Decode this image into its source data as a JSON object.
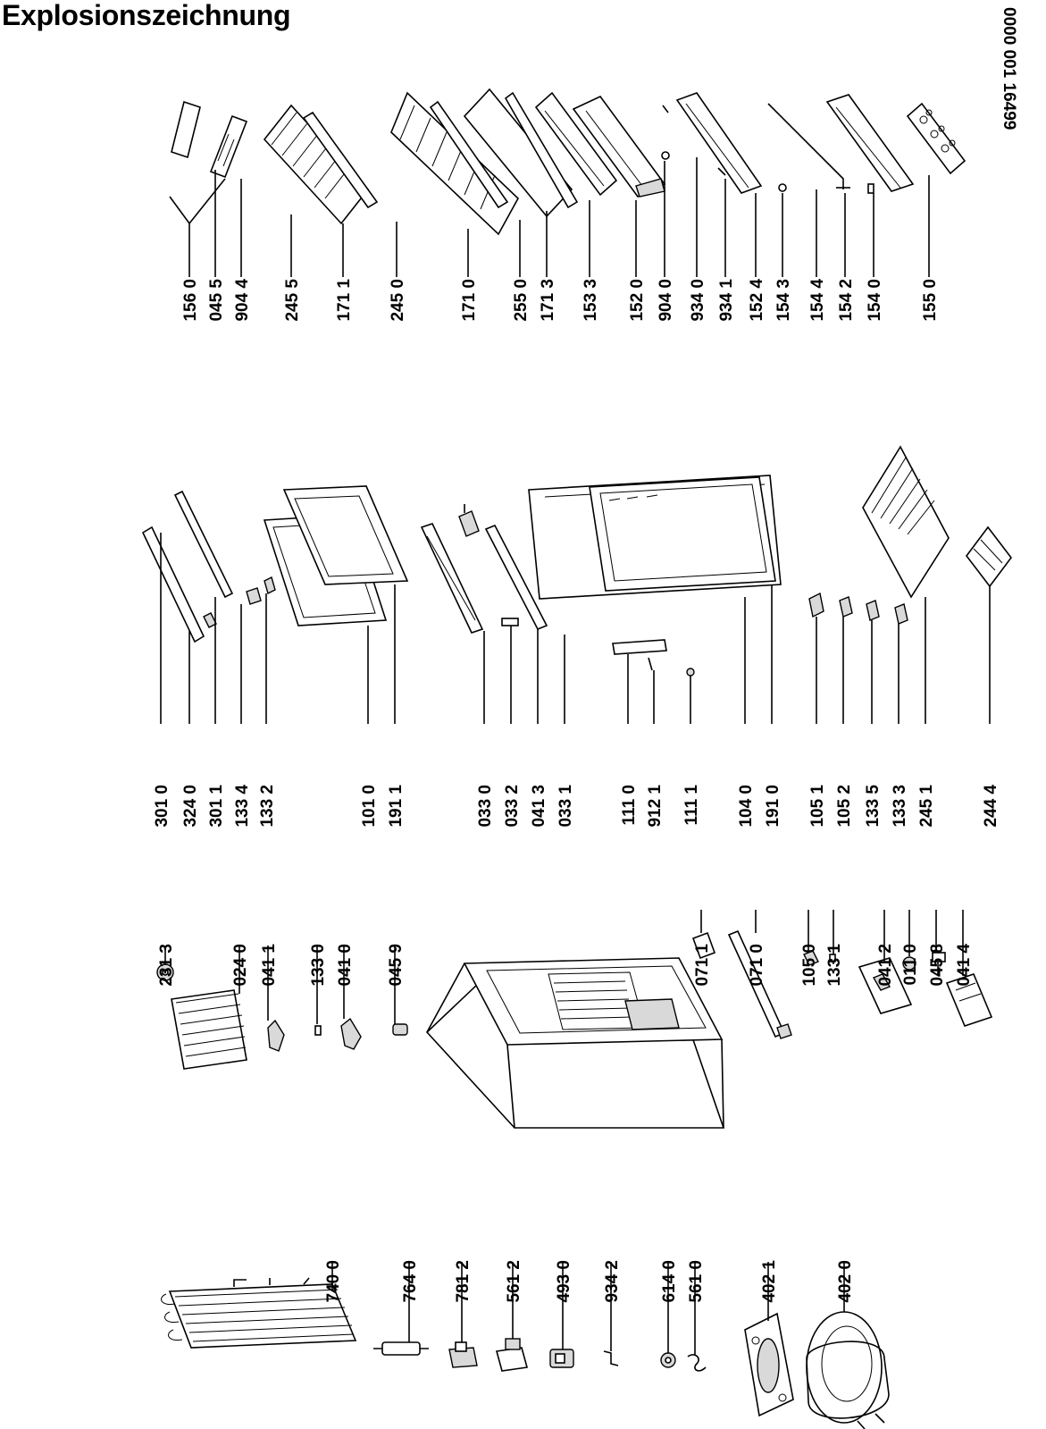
{
  "title": "Explosionszeichnung",
  "document_number": "0000 001 16499",
  "parts": {
    "c1": [
      "740 0",
      "764 0",
      "781 2",
      "561 2",
      "493 0",
      "934 2",
      "614 0",
      "561 0",
      "402 1",
      "402 0"
    ],
    "c2": [
      "231 3",
      "024 0",
      "041 1",
      "133 0",
      "041 0",
      "045 9",
      "071 1",
      "071 0",
      "105 0",
      "133 1",
      "041 2",
      "011 0",
      "045 8",
      "041 4"
    ],
    "c3": [
      "301 0",
      "324 0",
      "301 1",
      "133 4",
      "133 2",
      "101 0",
      "191 1",
      "033 0",
      "033 2",
      "041 3",
      "033 1",
      "111 0",
      "912 1",
      "111 1",
      "104 0",
      "191 0",
      "105 1",
      "105 2",
      "133 5",
      "133 3",
      "245 1",
      "244 4"
    ],
    "c4": [
      "156 0",
      "045 5",
      "904 4",
      "245 5",
      "171 1",
      "245 0",
      "171 0",
      "255 0",
      "171 3",
      "153 3",
      "152 0",
      "904 0",
      "934 0",
      "934 1",
      "152 4",
      "154 3",
      "154 4",
      "154 2",
      "154 0",
      "155 0"
    ]
  },
  "icons": [
    "condenser",
    "compressor",
    "cabinet",
    "door",
    "wire-shelf",
    "glass-shelf",
    "door-bin",
    "egg-tray"
  ]
}
